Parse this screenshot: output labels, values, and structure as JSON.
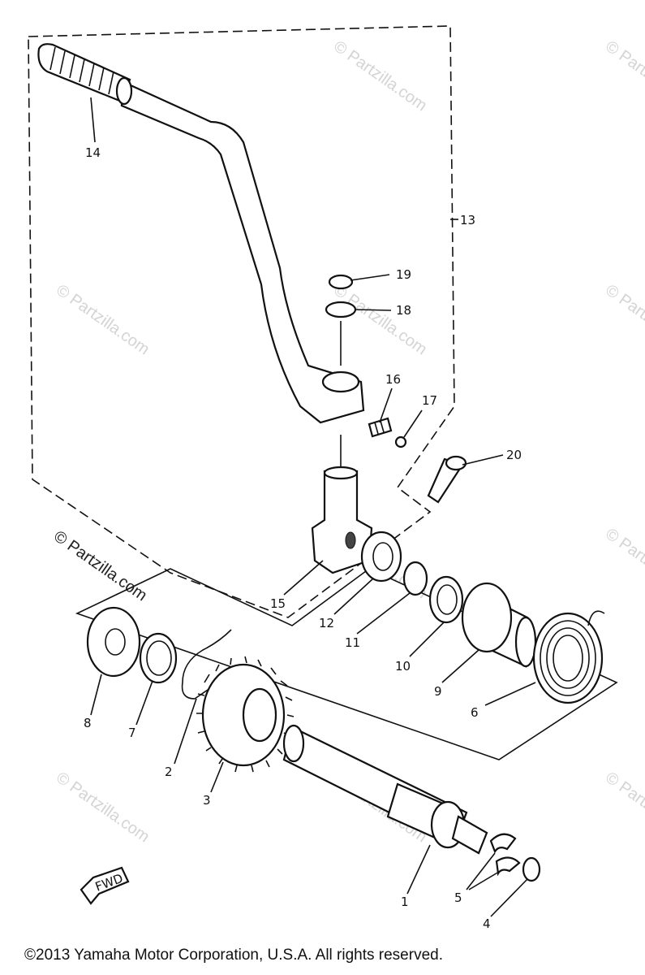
{
  "watermark": "© Partzilla.com",
  "copyright": "©2013 Yamaha Motor Corporation, U.S.A. All rights reserved.",
  "fwd_label": "FWD",
  "callouts": {
    "c1": "1",
    "c2": "2",
    "c3": "3",
    "c4": "4",
    "c5": "5",
    "c6": "6",
    "c7": "7",
    "c8": "8",
    "c9": "9",
    "c10": "10",
    "c11": "11",
    "c12": "12",
    "c13": "13",
    "c14": "14",
    "c15": "15",
    "c16": "16",
    "c17": "17",
    "c18": "18",
    "c19": "19",
    "c20": "20"
  }
}
